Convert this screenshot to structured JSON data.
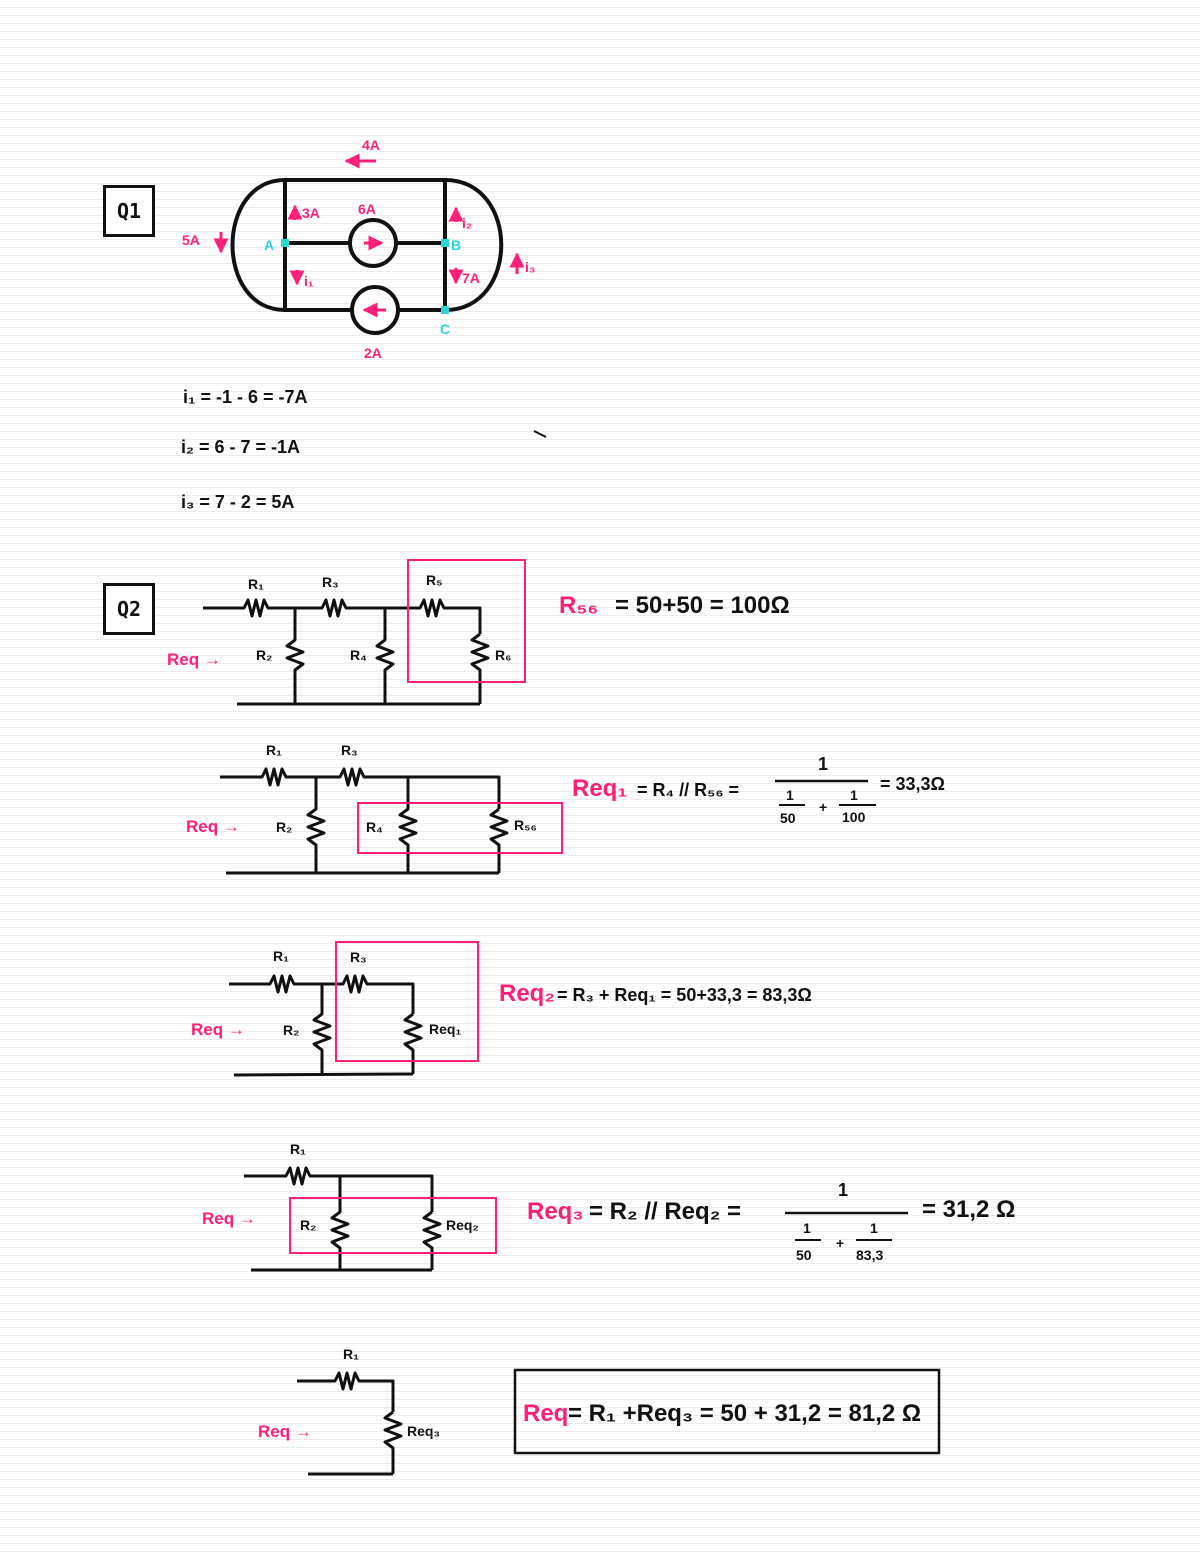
{
  "q1": {
    "box_label": "Q1",
    "labels": {
      "top_arrow": "4A",
      "top_left_branch": "3A",
      "inner_source": "6A",
      "left_source": "5A",
      "node_a": "A",
      "node_b": "B",
      "node_c": "C",
      "i1_arrow": "i₁",
      "i2_arrow": "i₂",
      "seven_a": "7A",
      "i3_arrow": "i₃",
      "bottom_source": "2A"
    },
    "equations": {
      "i1": "i₁ = -1 - 6 = -7A",
      "i2": "i₂ = 6 - 7 = -1A",
      "i3": "i₃ = 7 - 2 = 5A"
    }
  },
  "q2": {
    "box_label": "Q2",
    "req_label": "Req →",
    "step1": {
      "labels": {
        "r1": "R₁",
        "r3": "R₃",
        "r5": "R₅",
        "r2": "R₂",
        "r4": "R₄",
        "r6": "R₆"
      },
      "eq_lhs": "R₅₆",
      "eq_rhs": "= 50+50 = 100Ω"
    },
    "step2": {
      "labels": {
        "r1": "R₁",
        "r3": "R₃",
        "r2": "R₂",
        "r4": "R₄",
        "r56": "R₅₆"
      },
      "eq_lhs": "Req₁",
      "eq_mid": "= R₄ // R₅₆ =",
      "frac_num": "1",
      "frac_a_num": "1",
      "frac_a_den": "50",
      "frac_plus": "+",
      "frac_b_num": "1",
      "frac_b_den": "100",
      "eq_result": "= 33,3Ω"
    },
    "step3": {
      "labels": {
        "r1": "R₁",
        "r3": "R₃",
        "r2": "R₂",
        "req1": "Req₁"
      },
      "eq_lhs": "Req₂",
      "eq_rhs": "= R₃ + Req₁ =  50+33,3 = 83,3Ω"
    },
    "step4": {
      "labels": {
        "r1": "R₁",
        "r2": "R₂",
        "req2": "Req₂"
      },
      "eq_lhs": "Req₃",
      "eq_mid": "= R₂ // Req₂ =",
      "frac_num": "1",
      "frac_a_num": "1",
      "frac_a_den": "50",
      "frac_plus": "+",
      "frac_b_num": "1",
      "frac_b_den": "83,3",
      "eq_result": "= 31,2 Ω"
    },
    "step5": {
      "labels": {
        "r1": "R₁",
        "req3": "Req₃"
      },
      "eq_lhs": "Req",
      "eq_rhs": "= R₁ +Req₃ = 50 + 31,2 = 81,2 Ω"
    }
  },
  "colors": {
    "ink": "#111111",
    "accent": "#ff1f7a",
    "node": "#2fd4d4"
  }
}
